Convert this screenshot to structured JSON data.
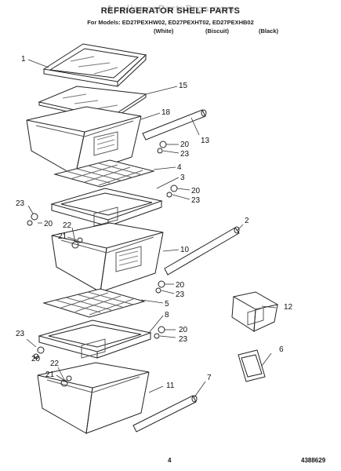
{
  "header": {
    "watermark": "AppliancePartsPros.com",
    "title": "REFRIGERATOR SHELF PARTS",
    "models": "For Models: ED27PEXHW02, ED27PEXHT02, ED27PEXHB02",
    "variants": [
      "(White)",
      "(Biscuit)",
      "(Black)"
    ]
  },
  "callouts": [
    "1",
    "15",
    "18",
    "13",
    "20",
    "23",
    "4",
    "3",
    "20",
    "23",
    "23",
    "20",
    "22",
    "21",
    "2",
    "10",
    "20",
    "23",
    "5",
    "12",
    "8",
    "20",
    "23",
    "23",
    "20",
    "22",
    "21",
    "6",
    "11",
    "7"
  ],
  "footer": {
    "page_number": "4",
    "doc_number": "4388629"
  }
}
